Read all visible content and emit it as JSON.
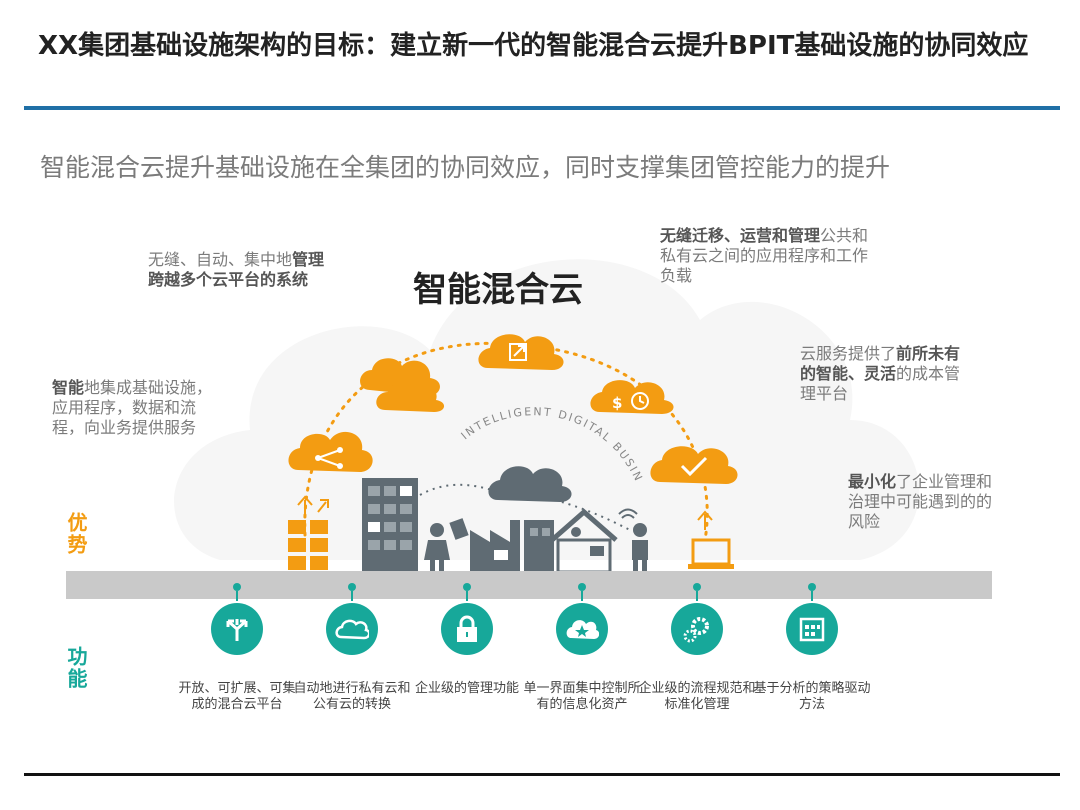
{
  "title": "XX集团基础设施架构的目标：建立新一代的智能混合云提升BPIT基础设施的协同效应",
  "subtitle": "智能混合云提升基础设施在全集团的协同效应，同时支撑集团管控能力的提升",
  "cloud_label": "智能混合云",
  "arc_text": "INTELLIGENT DIGITAL BUSINESS",
  "side_labels": {
    "advantages": "优势",
    "functions": "功能"
  },
  "notes": {
    "top_left": {
      "pre": "无缝、自动、集中地",
      "bold": "管理跨越多个云平台的系统",
      "post": ""
    },
    "left": {
      "bold": "智能",
      "post": "地集成基础设施，应用程序，数据和流程，向业务提供服务"
    },
    "top_right": {
      "bold": "无缝迁移、运营和管理",
      "post": "公共和私有云之间的应用程序和工作负载"
    },
    "right": {
      "pre": "云服务提供了",
      "bold": "前所未有的智能、灵活",
      "post": "的成本管理平台"
    },
    "bottom_right": {
      "bold": "最小化",
      "post": "了企业管理和治理中可能遇到的的风险"
    }
  },
  "functions": [
    {
      "icon": "arrows-split-icon",
      "label": "开放、可扩展、可集成的混合云平台"
    },
    {
      "icon": "cloud-icon",
      "label": "自动地进行私有云和公有云的转换"
    },
    {
      "icon": "lock-icon",
      "label": "企业级的管理功能"
    },
    {
      "icon": "cloud-star-icon",
      "label": "单一界面集中控制所有的信息化资产"
    },
    {
      "icon": "gears-icon",
      "label": "企业级的流程规范和标准化管理"
    },
    {
      "icon": "calendar-grid-icon",
      "label": "基于分析的策略驱动方法"
    }
  ],
  "colors": {
    "orange": "#f39c12",
    "teal": "#17a89a",
    "blue": "#1f6fa6",
    "gray": "#5f6b73"
  }
}
